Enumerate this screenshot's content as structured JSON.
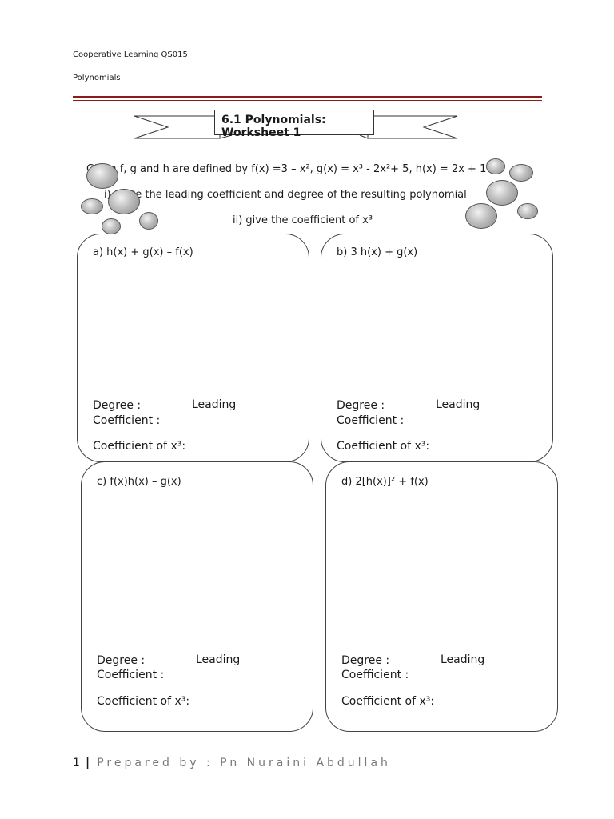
{
  "header": {
    "course": "Cooperative Learning QS015",
    "topic": "Polynomials"
  },
  "title": {
    "line1": "6.1 Polynomials:",
    "line2": "Worksheet 1"
  },
  "question": {
    "line1": "Given f, g and h are defined by f(x) =3 – x²,  g(x) = x³ - 2x²+ 5,  h(x) = 2x + 1",
    "line2": "i)  State the leading coefficient and degree of the resulting polynomial",
    "line3": "ii) give the coefficient of x³"
  },
  "boxes": [
    {
      "label": "a) h(x) + g(x) – f(x)",
      "degree": "Degree :",
      "leading": "Leading",
      "coefficient": "Coefficient :",
      "coef_x3": "Coefficient of x³:"
    },
    {
      "label": "b) 3 h(x) + g(x)",
      "degree": "Degree :",
      "leading": "Leading",
      "coefficient": "Coefficient :",
      "coef_x3": "Coefficient of x³:"
    },
    {
      "label": "c) f(x)h(x) – g(x)",
      "degree": "Degree :",
      "leading": "Leading",
      "coefficient": "Coefficient :",
      "coef_x3": "Coefficient of x³:"
    },
    {
      "label": "d) 2[h(x)]² + f(x)",
      "degree": "Degree :",
      "leading": "Leading",
      "coefficient": "Coefficient :",
      "coef_x3": "Coefficient of x³:"
    }
  ],
  "footer": {
    "page": "1",
    "separator": "|",
    "prepared": "Prepared by : Pn Nuraini Abdullah"
  }
}
